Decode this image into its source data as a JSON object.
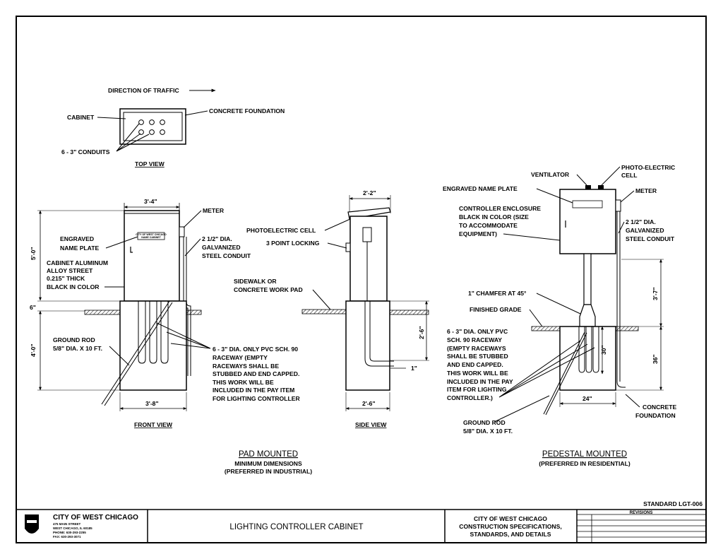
{
  "top_view": {
    "direction": "DIRECTION OF TRAFFIC",
    "cabinet": "CABINET",
    "foundation": "CONCRETE FOUNDATION",
    "conduits": "6 - 3\" CONDUITS",
    "title": "TOP VIEW"
  },
  "front_view": {
    "width_top": "3'-4\"",
    "meter": "METER",
    "nameplate": [
      "ENGRAVED",
      "NAME PLATE"
    ],
    "nameplate_text": [
      "CITY OF WEST CHICAGO",
      "NAME CABINET"
    ],
    "galv_conduit": [
      "2 1/2\" DIA.",
      "GALVANIZED",
      "STEEL CONDUIT"
    ],
    "cabinet_desc": [
      "CABINET ALUMINUM",
      "ALLOY STREET",
      "0.215\" THICK",
      "BLACK IN COLOR"
    ],
    "height_cab": "5'-0\"",
    "dim_6": "6\"",
    "height_found": "4'-0\"",
    "ground_rod": [
      "GROUND ROD",
      "5/8\" DIA. X 10 FT."
    ],
    "pvc": [
      "6 - 3\" DIA. ONLY PVC SCH. 90",
      "RACEWAY (EMPTY",
      "RACEWAYS SHALL BE",
      "STUBBED AND END CAPPED.",
      "THIS WORK WILL BE",
      "INCLUDED IN THE PAY ITEM",
      "FOR LIGHTING CONTROLLER"
    ],
    "width_bottom": "3'-8\"",
    "title": "FRONT VIEW"
  },
  "side_view": {
    "width_top": "2'-2\"",
    "photocell": "PHOTOELECTRIC CELL",
    "locking": "3 POINT LOCKING",
    "sidewalk": [
      "SIDEWALK OR",
      "CONCRETE WORK PAD"
    ],
    "dim_26": "2'-6\"",
    "dim_1": "1\"",
    "width_bottom": "2'-6\"",
    "title": "SIDE VIEW"
  },
  "pad_mounted": {
    "title": "PAD MOUNTED",
    "sub1": "MINIMUM DIMENSIONS",
    "sub2": "(PREFERRED IN INDUSTRIAL)"
  },
  "pedestal": {
    "ventilator": "VENTILATOR",
    "photocell": [
      "PHOTO-ELECTRIC",
      "CELL"
    ],
    "nameplate": "ENGRAVED NAME PLATE",
    "meter": "METER",
    "enclosure": [
      "CONTROLLER ENCLOSURE",
      "BLACK IN COLOR (SIZE",
      "TO ACCOMMODATE",
      "EQUIPMENT)"
    ],
    "galv": [
      "2 1/2\" DIA.",
      "GALVANIZED",
      "STEEL CONDUIT"
    ],
    "chamfer": "1\" CHAMFER AT 45°",
    "grade": "FINISHED GRADE",
    "dim_37": "3'-7\"",
    "dim_30": "30\"",
    "dim_36": "36\"",
    "pvc": [
      "6 - 3\" DIA. ONLY PVC",
      "SCH. 90 RACEWAY",
      "(EMPTY RACEWAYS",
      "SHALL BE STUBBED",
      "AND END CAPPED.",
      "THIS WORK WILL BE",
      "INCLUDED IN THE PAY",
      "ITEM FOR LIGHTING",
      "CONTROLLER.)"
    ],
    "dim_24": "24\"",
    "foundation": [
      "CONCRETE",
      "FOUNDATION"
    ],
    "ground_rod": [
      "GROUND ROD",
      "5/8\" DIA. X 10 FT."
    ],
    "title": "PEDESTAL MOUNTED",
    "sub": "(PREFERRED IN RESIDENTIAL)"
  },
  "title_block": {
    "standard": "STANDARD LGT-006",
    "city": "CITY OF WEST CHICAGO",
    "address": [
      "475 MAIN STREET",
      "WEST CHICAGO, IL 60185",
      "PHONE: 630-293-2255",
      "FAX: 630-293-3071"
    ],
    "drawing_title": "LIGHTING CONTROLLER CABINET",
    "spec": [
      "CITY OF WEST CHICAGO",
      "CONSTRUCTION SPECIFICATIONS,",
      "STANDARDS, AND DETAILS"
    ],
    "revisions": "REVISIONS"
  }
}
